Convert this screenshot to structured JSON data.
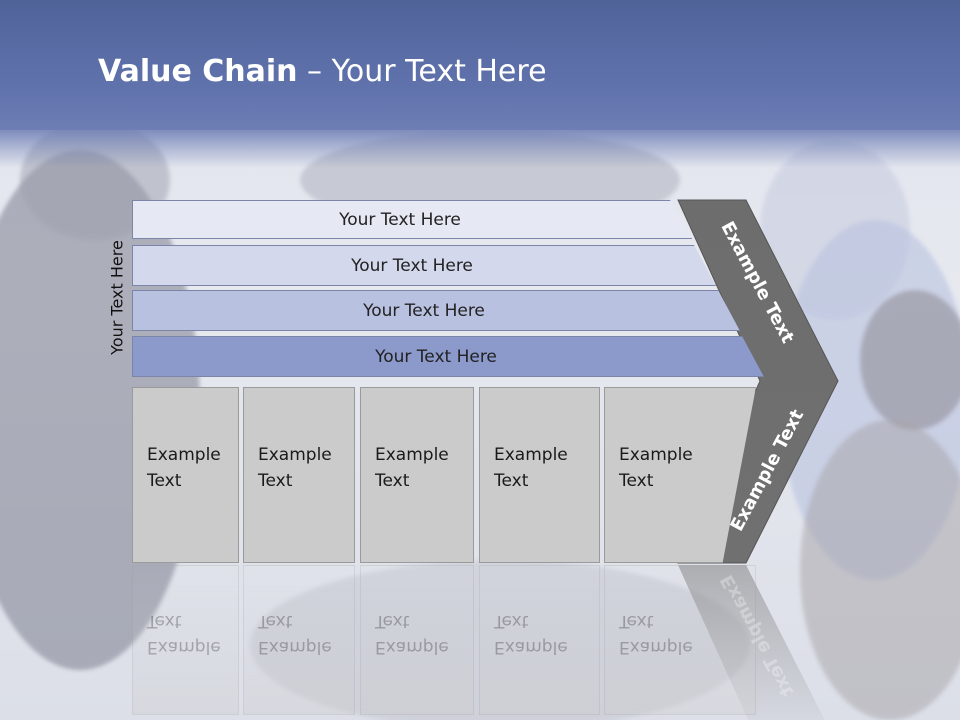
{
  "slide": {
    "title_bold": "Value Chain",
    "title_rest": " – Your Text Here",
    "side_label": "Your Text Here"
  },
  "bars": [
    {
      "label": "Your Text Here",
      "color": "#e6e9f3"
    },
    {
      "label": "Your Text Here",
      "color": "#d3d8ec"
    },
    {
      "label": "Your Text Here",
      "color": "#b9c1e0"
    },
    {
      "label": "Your Text Here",
      "color": "#8b99cb"
    }
  ],
  "boxes": [
    {
      "line1": "Example",
      "line2": "Text"
    },
    {
      "line1": "Example",
      "line2": "Text"
    },
    {
      "line1": "Example",
      "line2": "Text"
    },
    {
      "line1": "Example",
      "line2": "Text"
    },
    {
      "line1": "Example",
      "line2": "Text"
    }
  ],
  "chevron": {
    "upper_text": "Example Text",
    "lower_text": "Example Text",
    "color": "#6d6d6d"
  },
  "colors": {
    "header": "#5b6ea8",
    "box": "#cbcbcb"
  }
}
